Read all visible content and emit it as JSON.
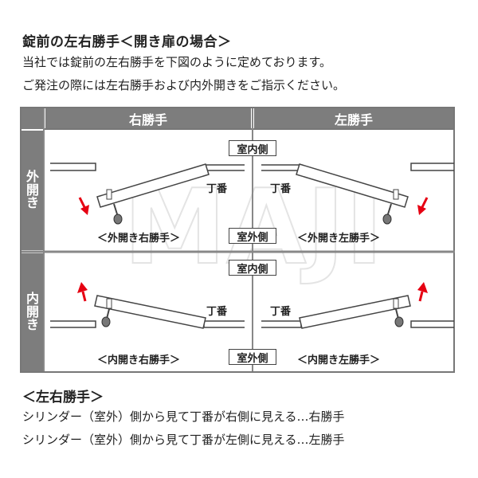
{
  "header": {
    "title": "錠前の左右勝手＜開き扉の場合＞",
    "line1": "当社では錠前の左右勝手を下図のように定めております。",
    "line2": "ご発注の際には左右勝手および内外開きをご指示ください。"
  },
  "table": {
    "col_right": "右勝手",
    "col_left": "左勝手",
    "row_out": "外開き",
    "row_in": "内開き"
  },
  "labels": {
    "indoor": "室内側",
    "outdoor": "室外側",
    "hinge": "丁番"
  },
  "captions": {
    "out_right": "＜外開き右勝手＞",
    "out_left": "＜外開き左勝手＞",
    "in_right": "＜内開き右勝手＞",
    "in_left": "＜内開き左勝手＞"
  },
  "footer": {
    "title": "＜左右勝手＞",
    "line1": "シリンダー（室外）側から見て丁番が右側に見える…右勝手",
    "line2": "シリンダー（室外）側から見て丁番が左側に見える…左勝手"
  },
  "colors": {
    "header_bg": "#7d7d7d",
    "arrow": "#e60012",
    "watermark": "#e9e9e9"
  }
}
